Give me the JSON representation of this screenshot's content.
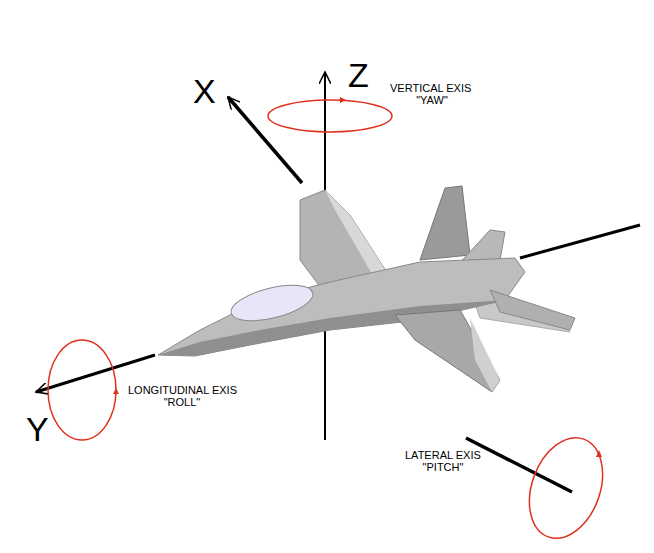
{
  "diagram": {
    "labels": [
      "X",
      "Z",
      "VERTICAL EXIS",
      "\"YAW\"",
      "Y",
      "LONGITUDINAL EXIS",
      "\"ROLL\"",
      "LATERAL EXIS",
      "\"PITCH\""
    ]
  }
}
